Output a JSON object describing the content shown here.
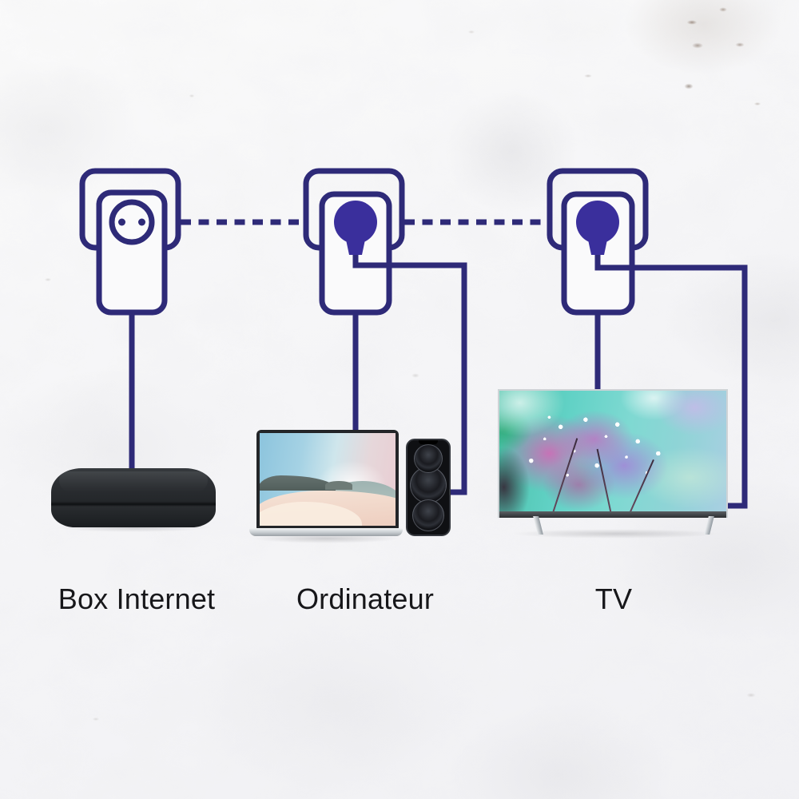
{
  "diagram": {
    "kind": "powerline-network-setup-diagram",
    "labels": {
      "box_internet": "Box Internet",
      "computer": "Ordinateur",
      "tv": "TV"
    },
    "colors": {
      "cable_line": "#2e2a78",
      "plug_fill": "#3a2f9c",
      "label_text": "#17171a",
      "background": "#f7f7f8"
    },
    "icons": {
      "adapter_empty": "powerline-adapter-empty-socket-icon",
      "adapter_plugged": "powerline-adapter-plugged-icon",
      "link": "dashed-powerline-link",
      "devices": [
        "internet-box",
        "laptop",
        "smartphone",
        "television"
      ]
    }
  }
}
